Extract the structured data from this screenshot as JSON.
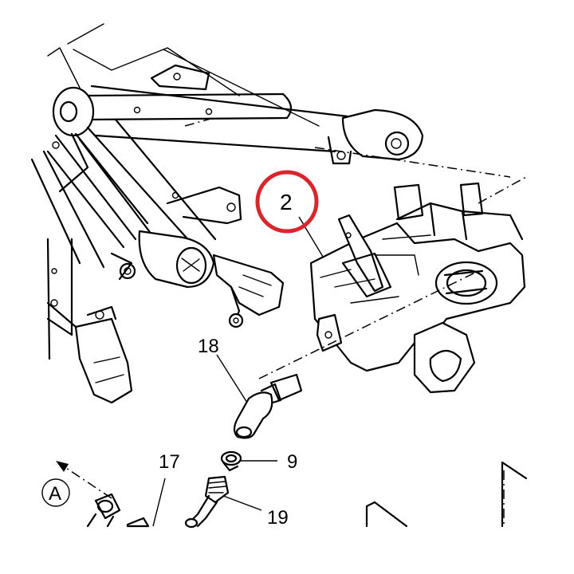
{
  "diagram": {
    "highlight_color": "#d9262c",
    "line_color": "#000000",
    "background": "#ffffff",
    "callouts": {
      "part_2": "2",
      "part_18": "18",
      "part_9": "9",
      "part_17": "17",
      "part_19": "19",
      "view_a": "A"
    }
  }
}
